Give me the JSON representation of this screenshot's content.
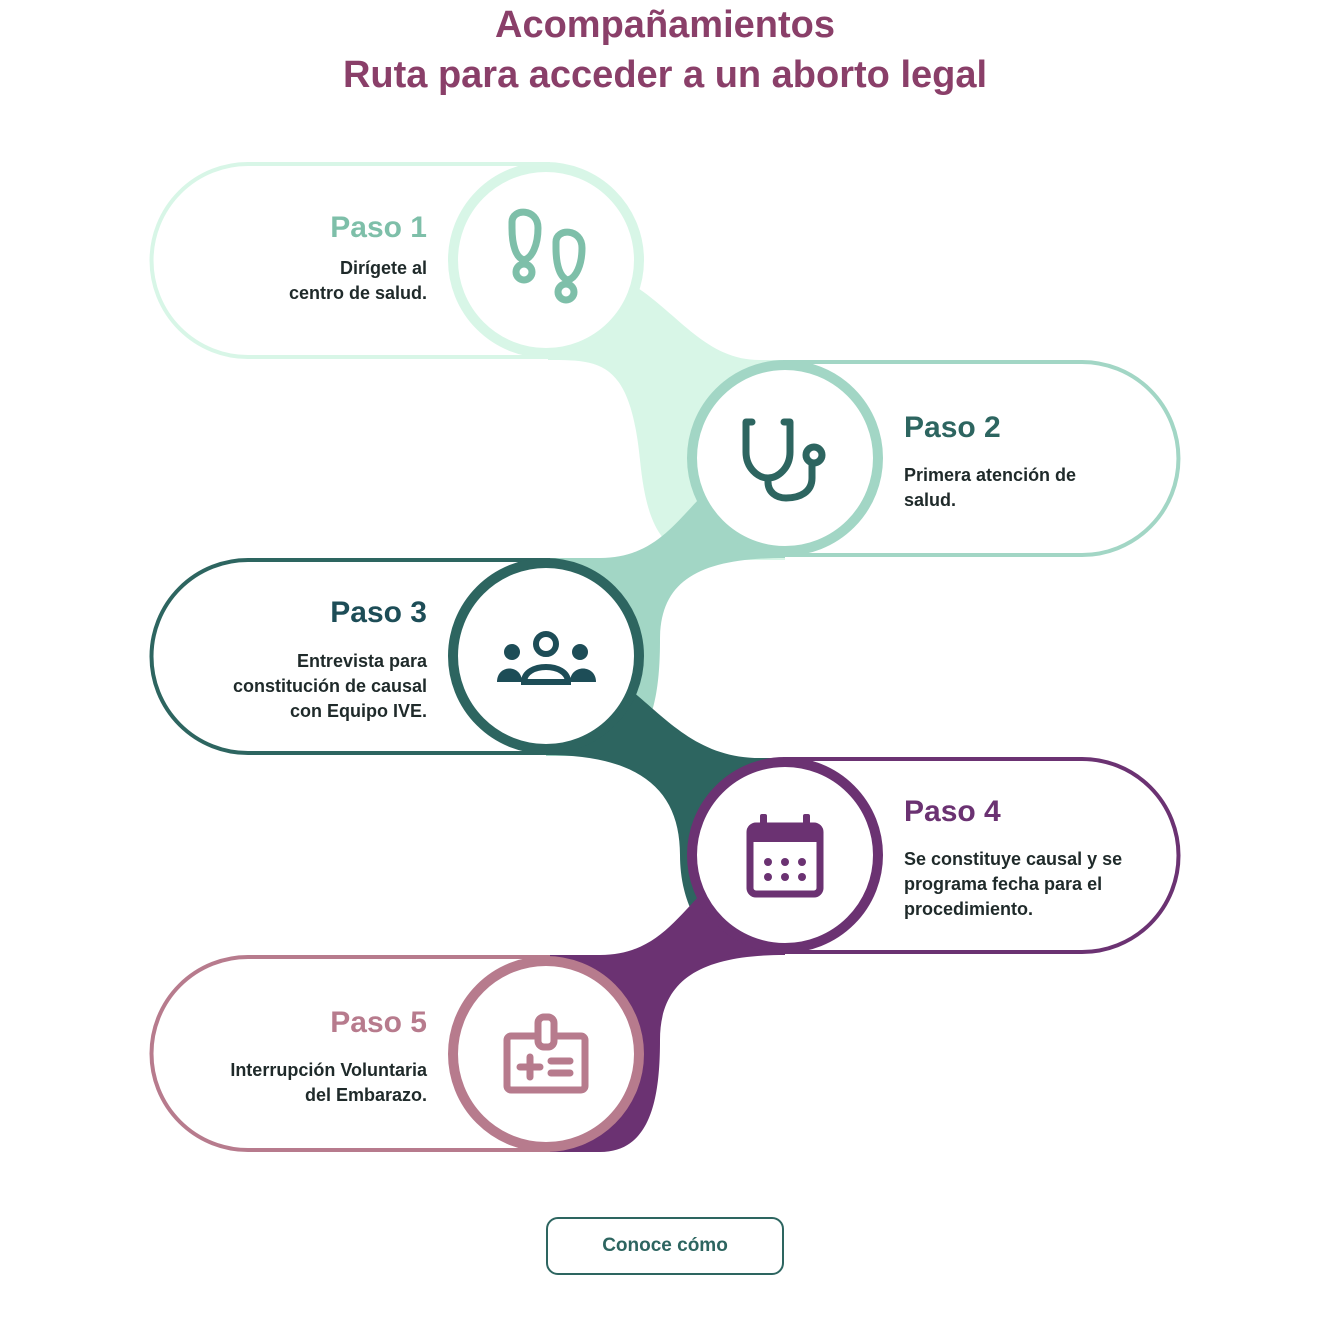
{
  "header": {
    "title_line1": "Acompañamientos",
    "title_line2": "Ruta para acceder a un aborto legal"
  },
  "steps": [
    {
      "title": "Paso 1",
      "desc_lines": [
        "Dirígete al",
        "centro de salud."
      ],
      "icon": "footprints-icon",
      "color": "#7ebfa9",
      "light": "#d8f6e7"
    },
    {
      "title": "Paso 2",
      "desc_lines": [
        "Primera atención de",
        "salud."
      ],
      "icon": "stethoscope-icon",
      "color": "#2d6560",
      "light": "#a2d6c5"
    },
    {
      "title": "Paso 3",
      "desc_lines": [
        "Entrevista para",
        "constitución de causal",
        "con Equipo IVE."
      ],
      "icon": "team-icon",
      "color": "#1d4d57",
      "light": "#2d6560"
    },
    {
      "title": "Paso 4",
      "desc_lines": [
        "Se constituye causal y se",
        "programa fecha para el",
        "procedimiento."
      ],
      "icon": "calendar-icon",
      "color": "#6b3272",
      "light": "#6b3272"
    },
    {
      "title": "Paso 5",
      "desc_lines": [
        "Interrupción Voluntaria",
        "del Embarazo."
      ],
      "icon": "medical-card-icon",
      "color": "#b77b8d",
      "light": "#b77b8d"
    }
  ],
  "cta": {
    "label": "Conoce cómo"
  }
}
